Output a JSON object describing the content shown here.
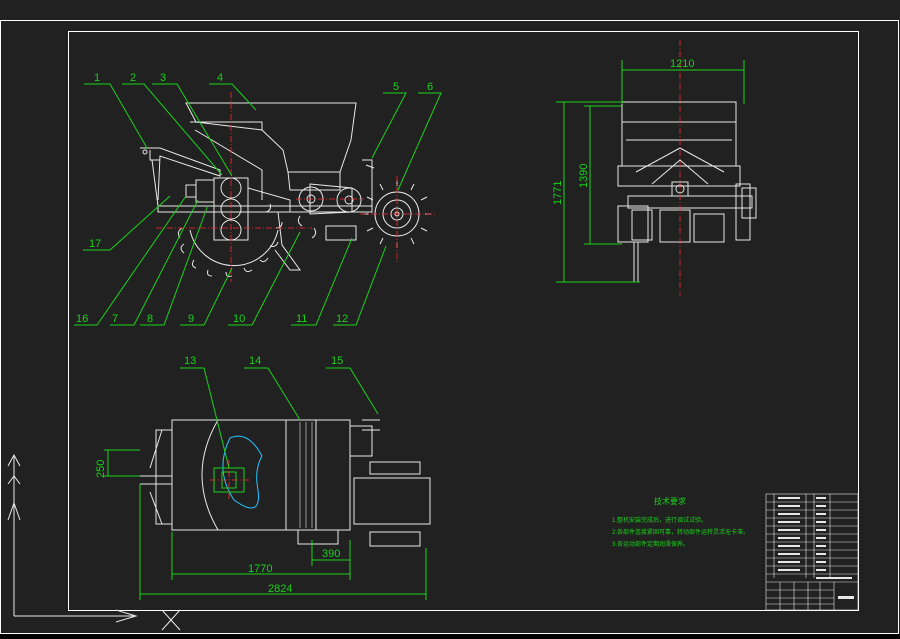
{
  "colors": {
    "background": "#212121",
    "line": "#e8e8e8",
    "leader": "#19d219",
    "center": "#ff2a2a",
    "accent_cyan": "#27c6ff",
    "frame": "#ffffff"
  },
  "part_labels": [
    "1",
    "2",
    "3",
    "4",
    "5",
    "6",
    "17",
    "16",
    "7",
    "8",
    "9",
    "10",
    "11",
    "12",
    "13",
    "14",
    "15"
  ],
  "dimensions": {
    "side_width": "1210",
    "side_height_inner": "1390",
    "side_height_total": "1771",
    "top_width_390": "390",
    "top_width_1770": "1770",
    "top_width_2824": "2824",
    "top_height_250": "250"
  },
  "notes": {
    "title": "技术要求",
    "lines": [
      "1.整机安装完成后，进行调试试验。",
      "2.各部件连接紧固可靠，转动部件运转灵活无卡滞。",
      "3.各运动部件定期润滑保养。"
    ]
  },
  "ucs_icon": "ucs-axis-icon"
}
